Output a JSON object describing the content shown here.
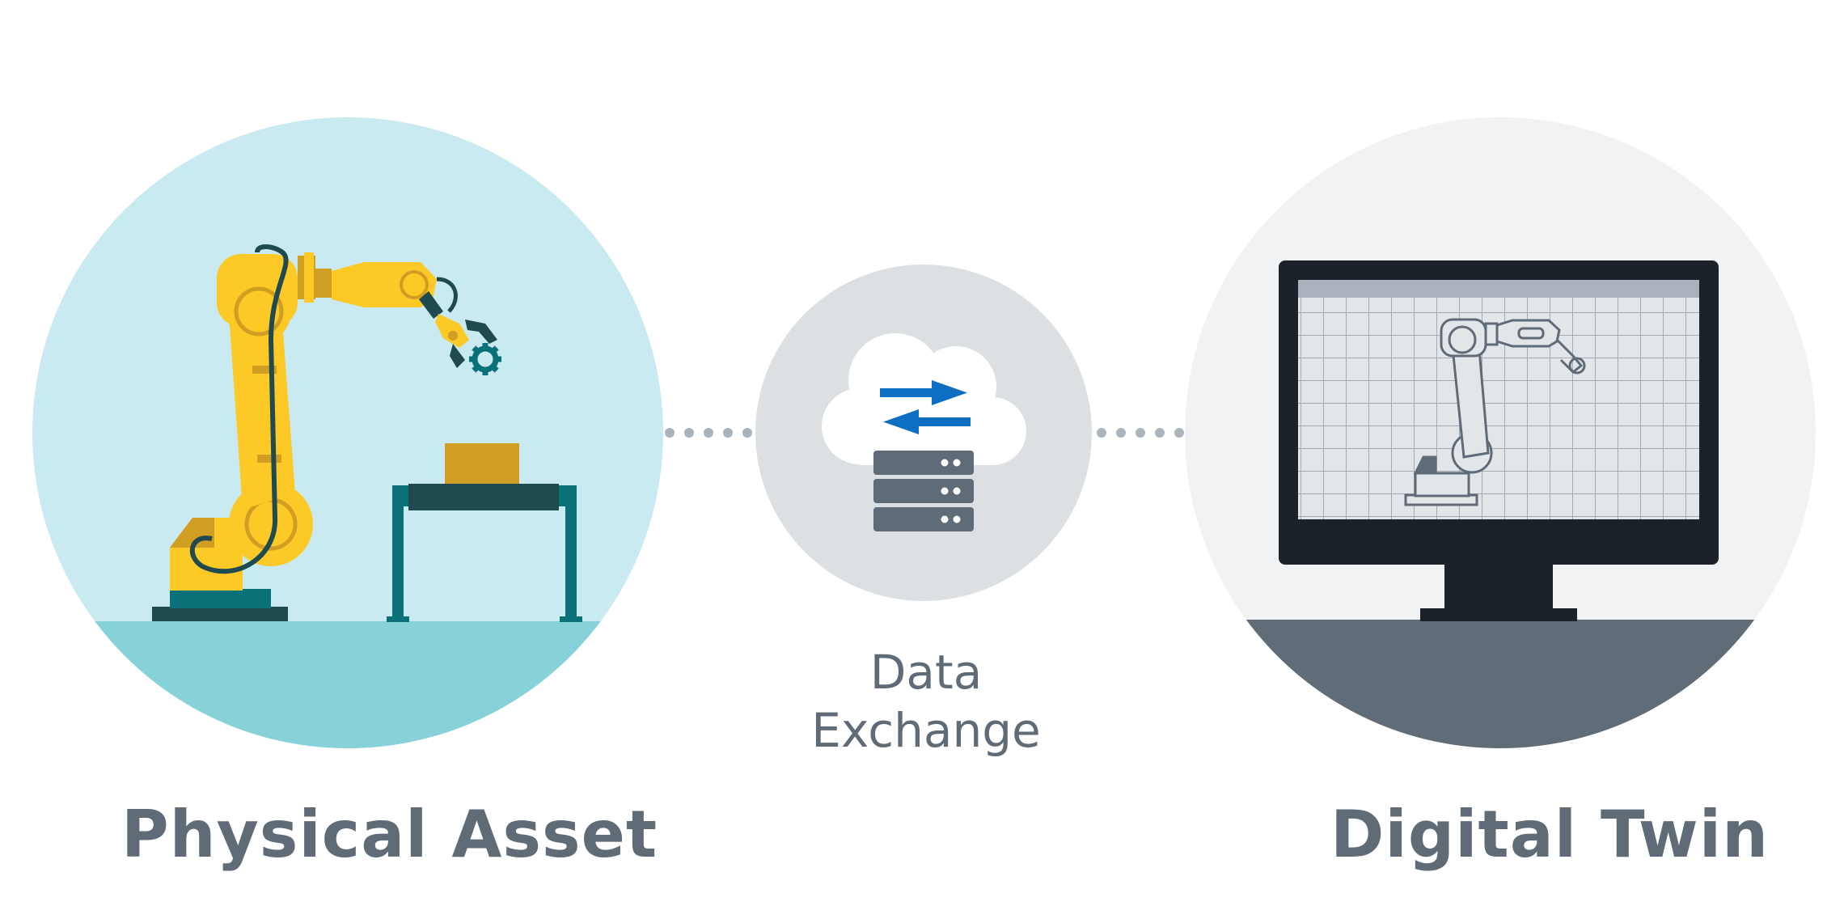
{
  "labels": {
    "physical_asset": "Physical Asset",
    "data_exchange_line1": "Data",
    "data_exchange_line2": "Exchange",
    "digital_twin": "Digital Twin"
  },
  "icons": {
    "physical": "robot-arm-icon",
    "exchange": "cloud-server-icon",
    "twin": "monitor-robot-icon"
  },
  "colors": {
    "physical_circle": "#c9eaf0",
    "physical_floor": "#86d2d8",
    "robot_yellow": "#fdc926",
    "robot_ochre": "#d09e22",
    "robot_dark": "#1f4a4f",
    "table_teal": "#0b7179",
    "exchange_circle": "#dde0e3",
    "arrow_blue": "#0d6fc2",
    "server_gray": "#5f6b76",
    "twin_circle": "#f1f2f3",
    "twin_floor": "#606d79",
    "monitor_black": "#1b2229",
    "screen_bg": "#e3e6e9",
    "label_gray": "#5f6b76",
    "dots": "#aab4bc"
  }
}
